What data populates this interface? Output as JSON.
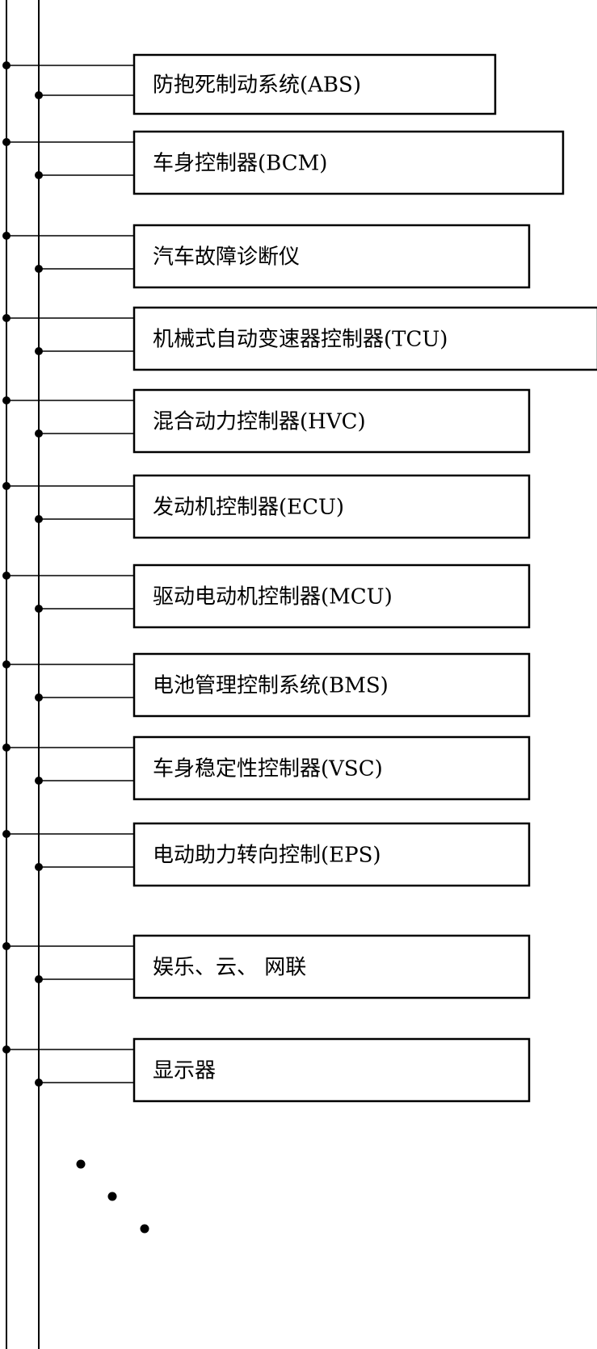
{
  "colors": {
    "line": "#000000",
    "box_fill": "#ffffff",
    "background": "#ffffff"
  },
  "bus": {
    "lines": [
      "bus-line-high",
      "bus-line-low"
    ],
    "node_shape": "dot"
  },
  "nodes": [
    {
      "id": "abs",
      "label": "防抱死制动系统(ABS)"
    },
    {
      "id": "bcm",
      "label": "车身控制器(BCM)"
    },
    {
      "id": "diag",
      "label": "汽车故障诊断仪"
    },
    {
      "id": "tcu",
      "label": "机械式自动变速器控制器(TCU)"
    },
    {
      "id": "hvc",
      "label": "混合动力控制器(HVC)"
    },
    {
      "id": "ecu",
      "label": "发动机控制器(ECU)"
    },
    {
      "id": "mcu",
      "label": "驱动电动机控制器(MCU)"
    },
    {
      "id": "bms",
      "label": "电池管理控制系统(BMS)"
    },
    {
      "id": "vsc",
      "label": "车身稳定性控制器(VSC)"
    },
    {
      "id": "eps",
      "label": "电动助力转向控制(EPS)"
    },
    {
      "id": "ent",
      "label": "娱乐、云、 网联"
    },
    {
      "id": "disp",
      "label": "显示器"
    }
  ],
  "continuation": {
    "symbol": "ellipsis-dots",
    "count": 3
  }
}
